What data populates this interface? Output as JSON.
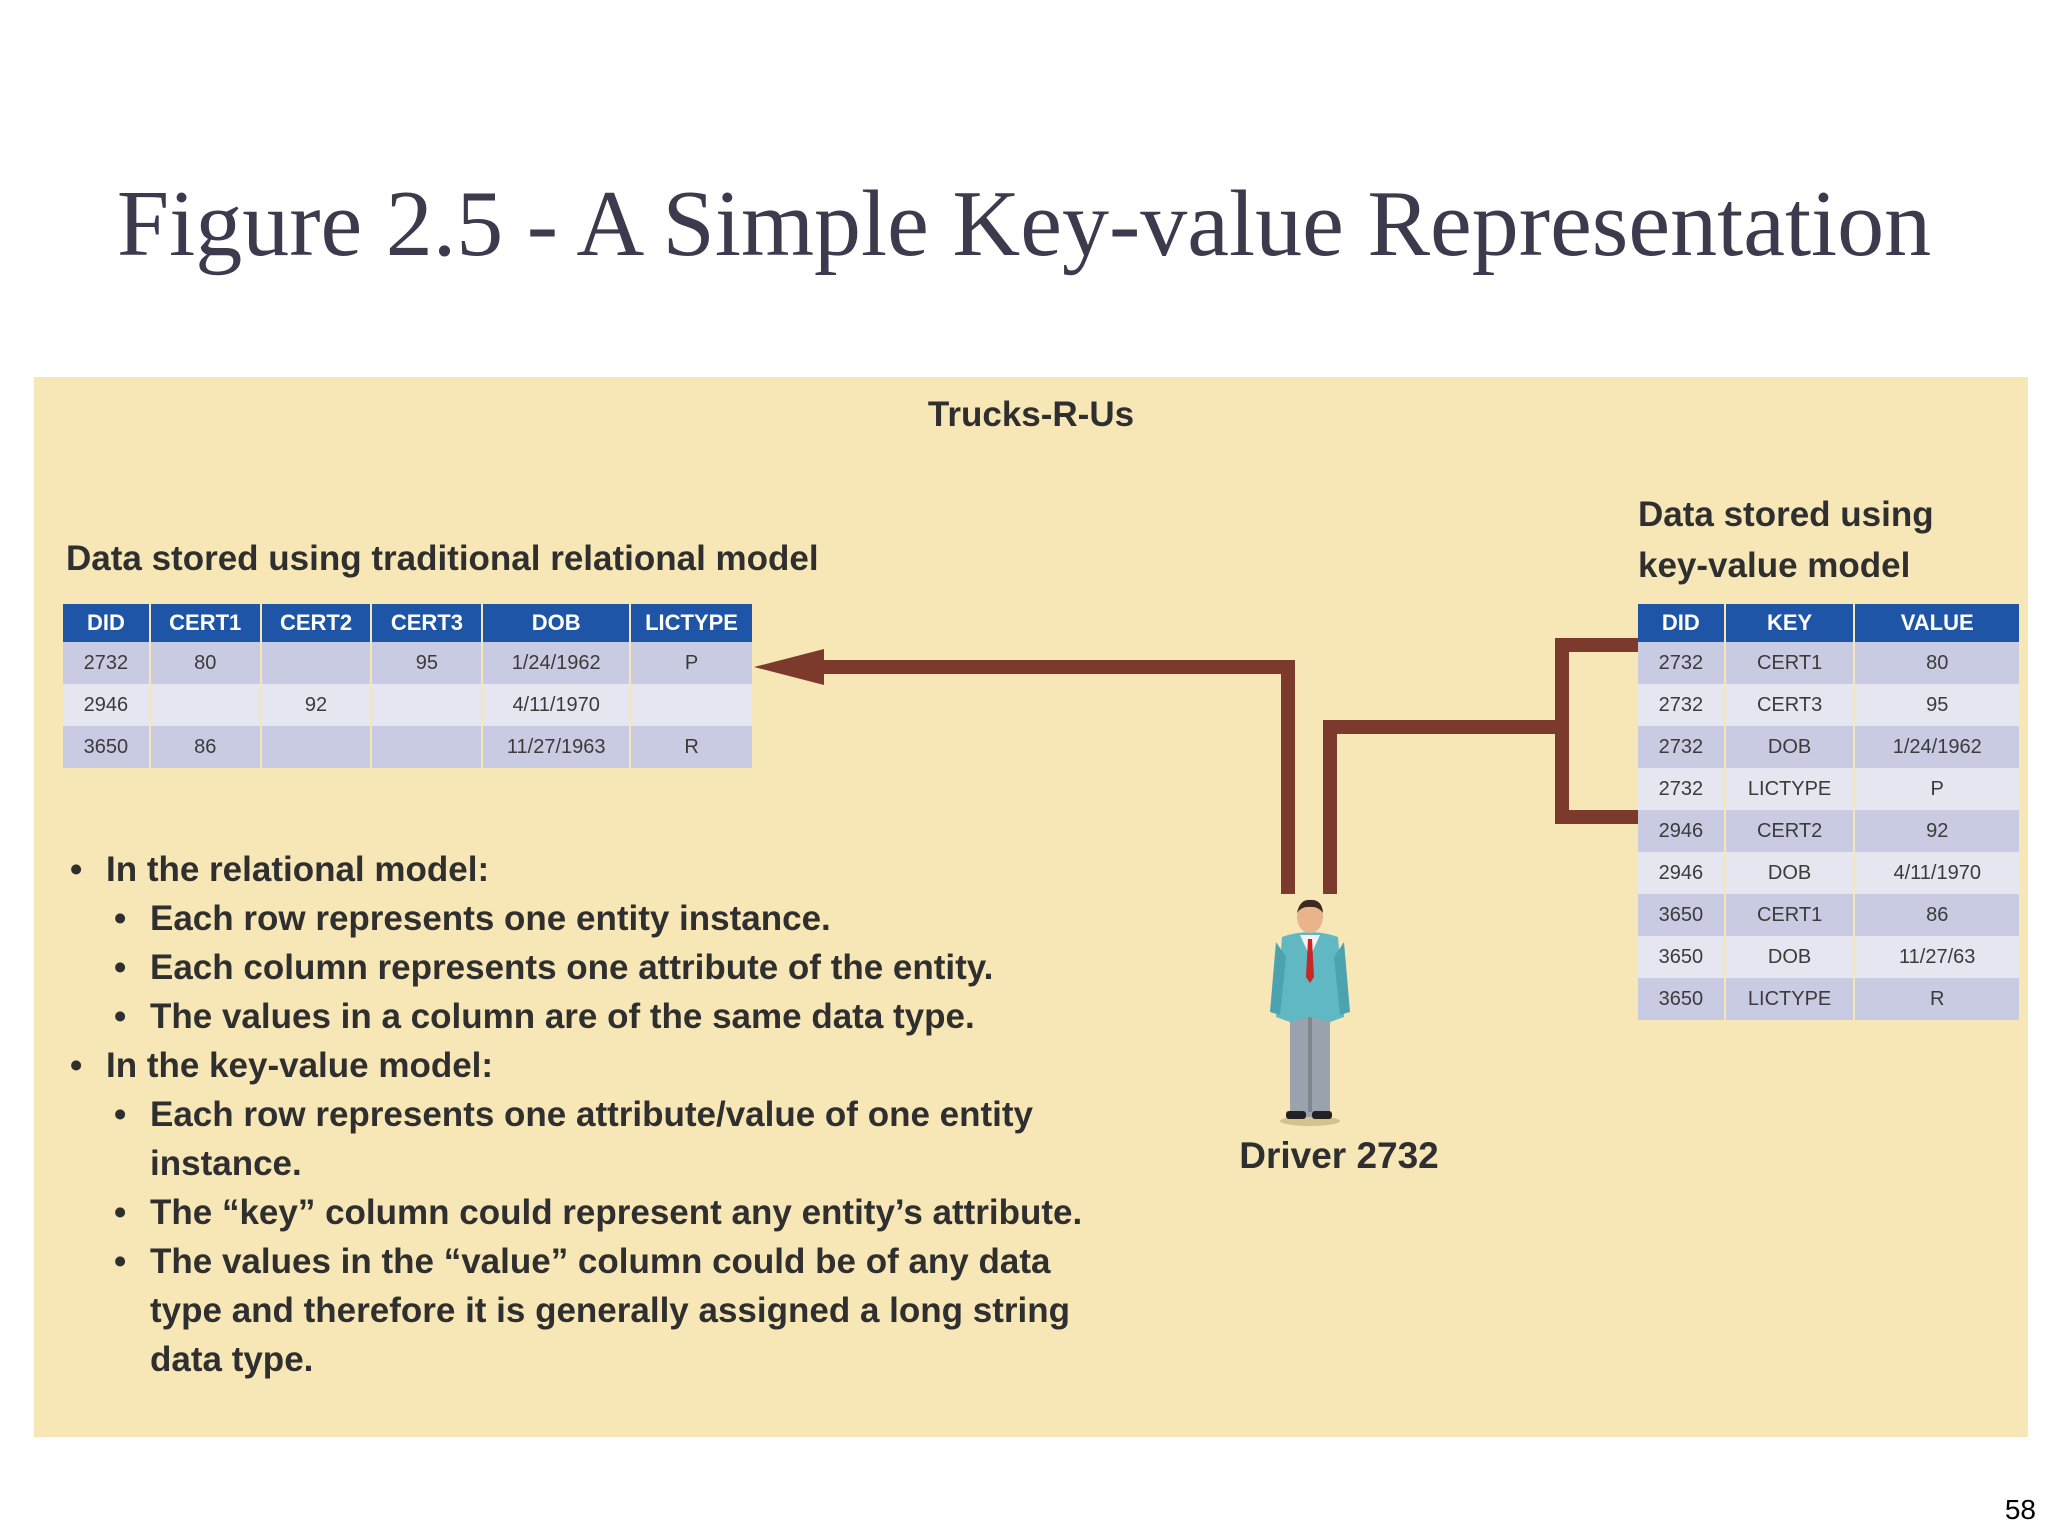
{
  "slide": {
    "title": "Figure 2.5 - A Simple Key-value Representation",
    "page_number": "58"
  },
  "diagram": {
    "title": "Trucks-R-Us",
    "relational": {
      "heading": "Data stored using traditional relational model",
      "columns": [
        "DID",
        "CERT1",
        "CERT2",
        "CERT3",
        "DOB",
        "LICTYPE"
      ],
      "rows": [
        [
          "2732",
          "80",
          "",
          "95",
          "1/24/1962",
          "P"
        ],
        [
          "2946",
          "",
          "92",
          "",
          "4/11/1970",
          ""
        ],
        [
          "3650",
          "86",
          "",
          "",
          "11/27/1963",
          "R"
        ]
      ]
    },
    "key_value": {
      "heading_line1": "Data stored using",
      "heading_line2": "key-value model",
      "columns": [
        "DID",
        "KEY",
        "VALUE"
      ],
      "rows": [
        [
          "2732",
          "CERT1",
          "80"
        ],
        [
          "2732",
          "CERT3",
          "95"
        ],
        [
          "2732",
          "DOB",
          "1/24/1962"
        ],
        [
          "2732",
          "LICTYPE",
          "P"
        ],
        [
          "2946",
          "CERT2",
          "92"
        ],
        [
          "2946",
          "DOB",
          "4/11/1970"
        ],
        [
          "3650",
          "CERT1",
          "86"
        ],
        [
          "3650",
          "DOB",
          "11/27/63"
        ],
        [
          "3650",
          "LICTYPE",
          "R"
        ]
      ]
    },
    "driver_label": "Driver 2732",
    "connector_color": "#7b3a2b",
    "bullets": [
      {
        "level": 1,
        "lines": [
          "In the relational model:"
        ]
      },
      {
        "level": 2,
        "lines": [
          "Each row represents one entity instance."
        ]
      },
      {
        "level": 2,
        "lines": [
          "Each column represents one attribute of the entity."
        ]
      },
      {
        "level": 2,
        "lines": [
          "The values in a column are of the same data type."
        ]
      },
      {
        "level": 1,
        "lines": [
          "In the key-value model:"
        ]
      },
      {
        "level": 2,
        "lines": [
          "Each row represents one attribute/value of one entity",
          "instance."
        ]
      },
      {
        "level": 2,
        "lines": [
          "The “key” column could represent any entity’s attribute."
        ]
      },
      {
        "level": 2,
        "lines": [
          "The values in the “value” column could be of any data",
          "type and therefore it is generally assigned a long string",
          "data type."
        ]
      }
    ]
  },
  "colors": {
    "panel_background": "#f7e6b6",
    "table_header": "#1f55a6",
    "row_odd": "#c9cbe3",
    "row_even": "#e6e6f1",
    "title_text": "#3d3a4d"
  },
  "icons": {
    "person": "businessman-icon",
    "arrow": "arrow-left-icon"
  }
}
